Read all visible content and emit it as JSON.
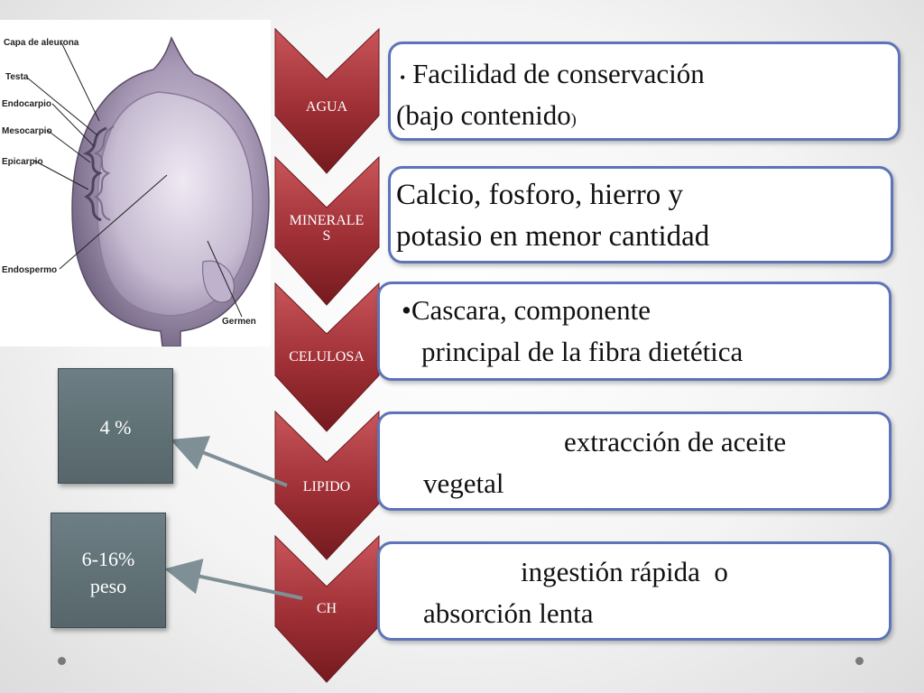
{
  "figure": {
    "labels": {
      "capa": "Capa de aleurona",
      "testa": "Testa",
      "endocarpio": "Endocarpio",
      "mesocarpio": "Mesocarpio",
      "epicarpio": "Epicarpio",
      "endospermo": "Endospermo",
      "germen": "Germen"
    }
  },
  "steps": [
    {
      "label": "AGUA",
      "text_bullet": "•",
      "text": "Facilidad de conservación",
      "text2": "(bajo contenido",
      "text2_tail": ")"
    },
    {
      "label": "MINERALE\nS",
      "text": "Calcio, fosforo, hierro y",
      "text2": "potasio en menor cantidad"
    },
    {
      "label": "CELULOSA",
      "text_bullet": "•",
      "text": "Cascara, componente",
      "text2": "principal de la fibra dietética"
    },
    {
      "label": "LIPIDO",
      "text": "extracción de aceite",
      "text2": "vegetal"
    },
    {
      "label": "CH",
      "text": "ingestión rápida  o",
      "text2": "absorción lenta"
    }
  ],
  "side_boxes": [
    {
      "text": "4 %"
    },
    {
      "text": "6-16%\npeso"
    }
  ],
  "colors": {
    "chevron_top": "#b9444a",
    "chevron_bottom": "#7a1c21",
    "box_border": "#5d74b8",
    "gray_box": "#62737a",
    "arrow": "#7e8f96"
  }
}
